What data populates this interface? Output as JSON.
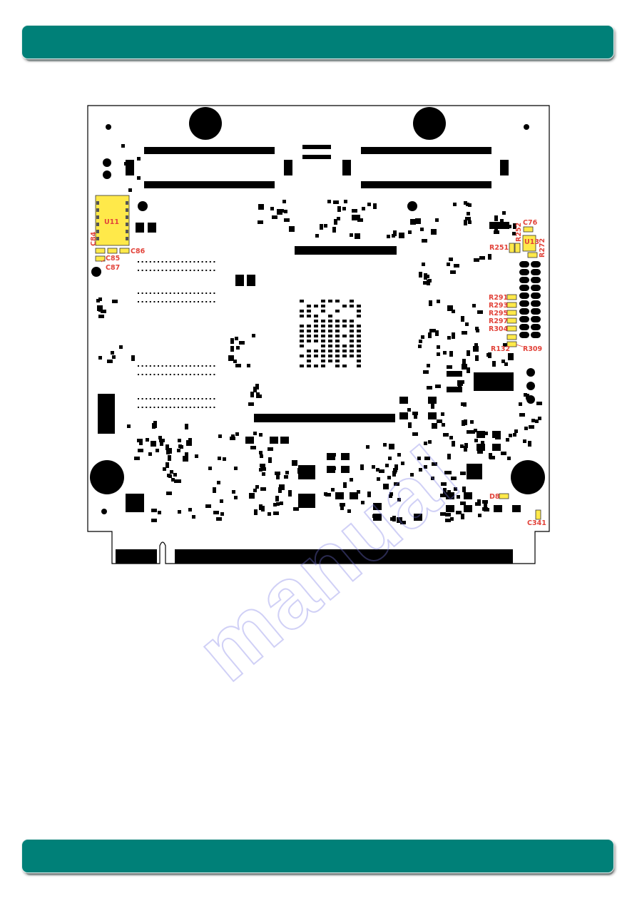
{
  "header": {
    "color": "#008078"
  },
  "footer": {
    "color": "#008078"
  },
  "watermark": {
    "text": "manual"
  },
  "board": {
    "highlight_color": "#ffe94a",
    "label_color": "#e2433a",
    "components": {
      "u11": "U11",
      "c84": "C84",
      "c85": "C85",
      "c86": "C86",
      "c87": "C87",
      "c76": "C76",
      "r252": "R252",
      "u13": "U13",
      "r251": "R251",
      "r272": "R272",
      "r291": "R291",
      "r293": "R293",
      "r295": "R295",
      "r297": "R297",
      "r304": "R304",
      "r132": "R132",
      "r309": "R309",
      "d8": "D8",
      "c341": "C341"
    }
  }
}
